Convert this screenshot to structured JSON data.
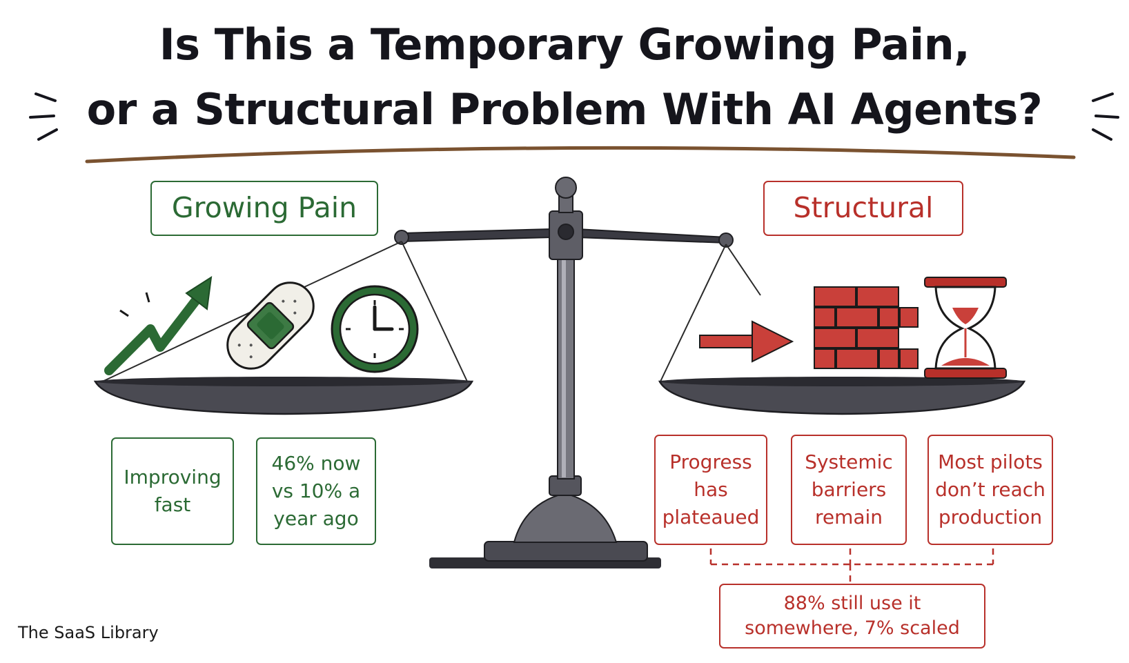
{
  "title": {
    "line1": "Is This a Temporary Growing Pain,",
    "line2": "or a Structural Problem With AI Agents?"
  },
  "left": {
    "label": "Growing Pain",
    "color": "#2b6a34",
    "icons": [
      "trend-up-arrow-icon",
      "bandage-icon",
      "clock-icon"
    ],
    "points": [
      "Improving fast",
      "46% now vs 10% a year ago"
    ]
  },
  "right": {
    "label": "Structural",
    "color": "#b8302a",
    "icons": [
      "arrow-right-icon",
      "brick-wall-icon",
      "hourglass-icon"
    ],
    "points": [
      "Progress has plateaued",
      "Systemic barriers remain",
      "Most pilots don’t reach production"
    ],
    "summary": "88% still use it somewhere, 7% scaled"
  },
  "brand": "The SaaS Library"
}
